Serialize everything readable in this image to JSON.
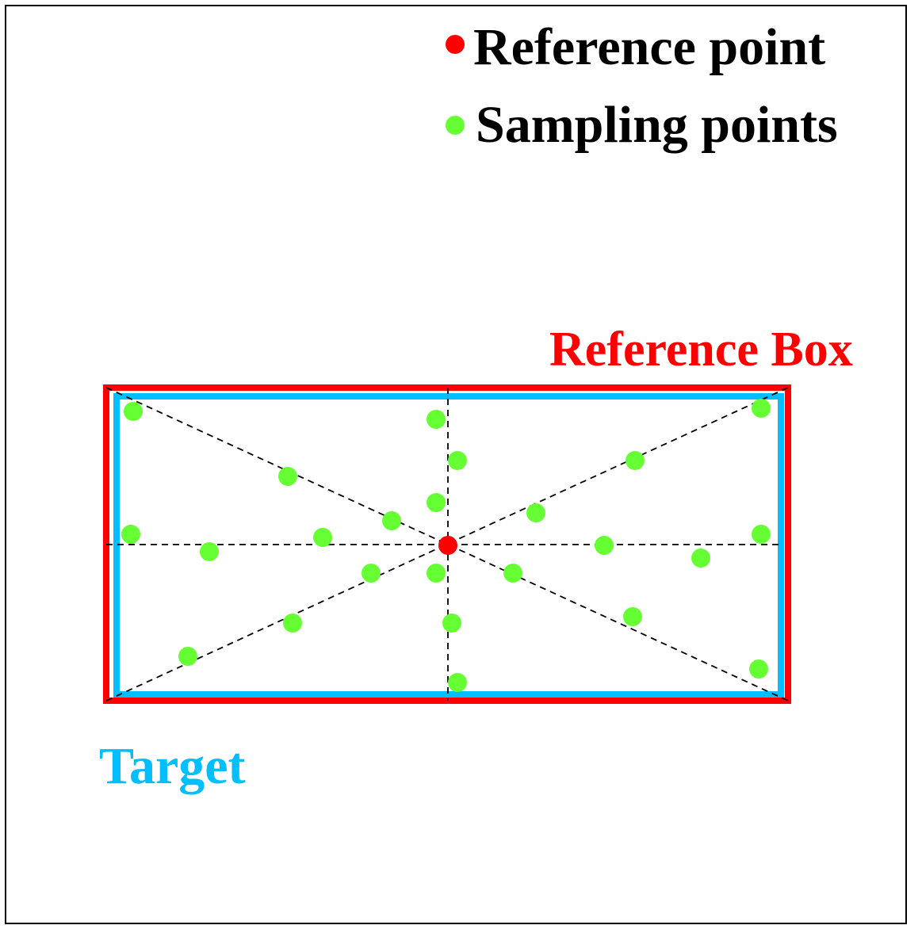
{
  "legend": {
    "reference_point_label": "Reference point",
    "sampling_points_label": "Sampling points"
  },
  "labels": {
    "reference_box": "Reference Box",
    "target": "Target"
  },
  "colors": {
    "reference": "#ff0000",
    "target": "#00bfff",
    "sampling": "#66ff33",
    "guide_lines": "#000000",
    "frame": "#000000"
  }
}
